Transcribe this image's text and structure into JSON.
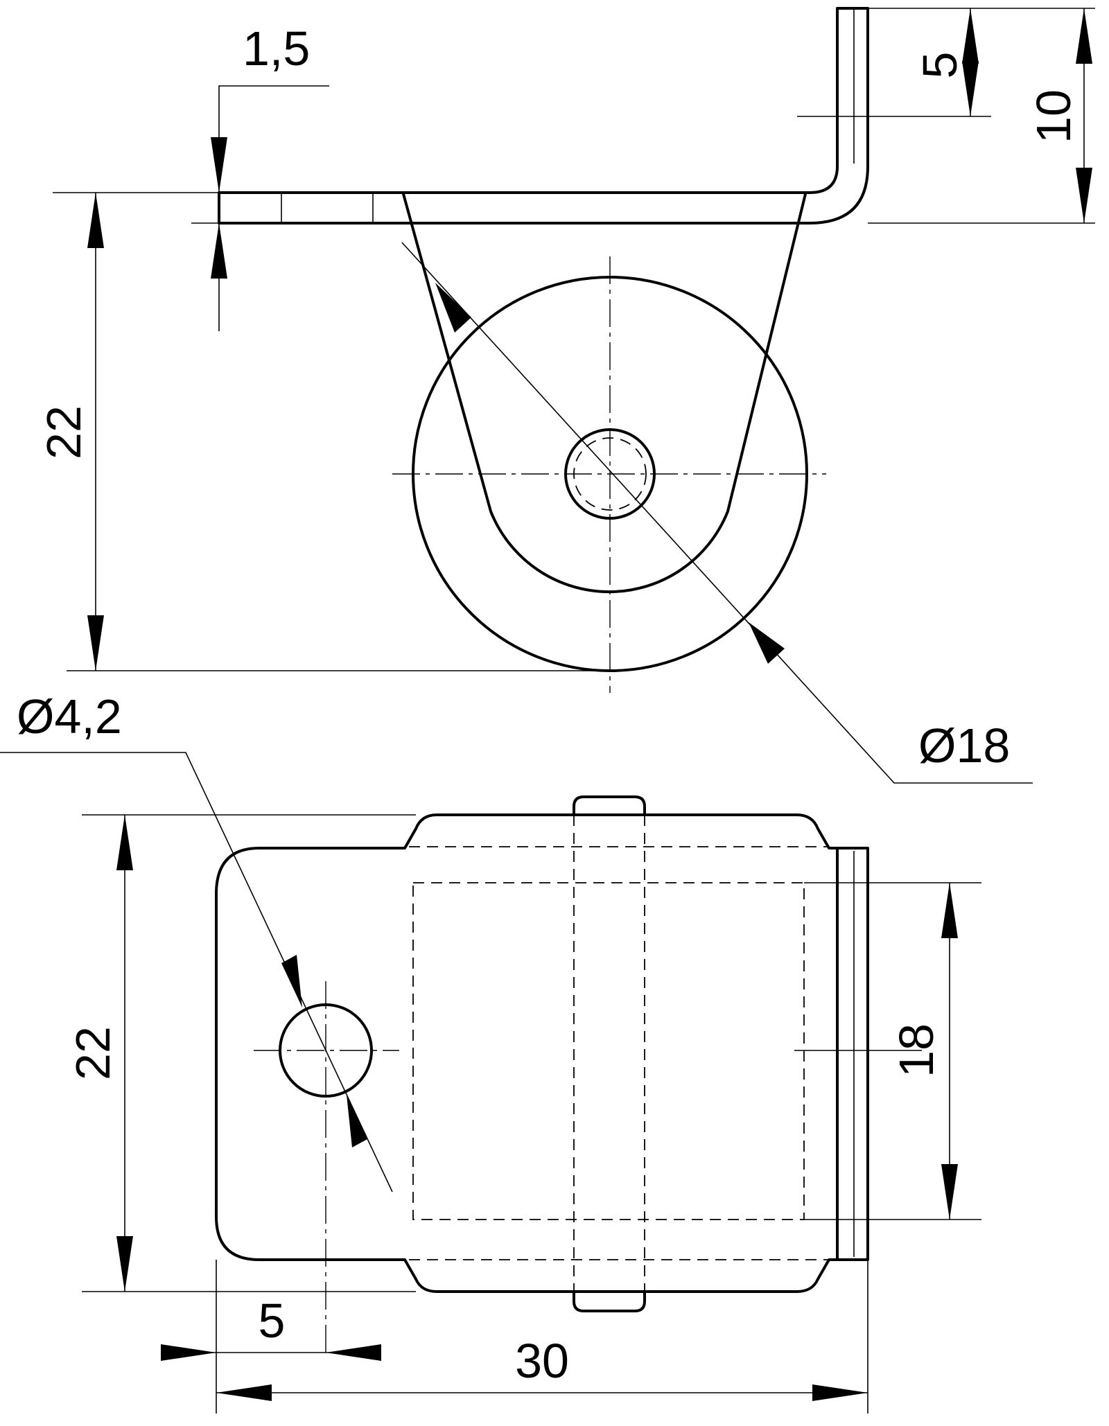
{
  "dimensions": {
    "sheet_thickness": "1,5",
    "lug_bend": "5",
    "lug_height": "10",
    "side_height": "22",
    "wheel_diameter": "Ø18",
    "hole_diameter": "Ø4,2",
    "plate_width": "22",
    "wheel_width": "18",
    "hole_offset": "5",
    "overall_length": "30"
  }
}
